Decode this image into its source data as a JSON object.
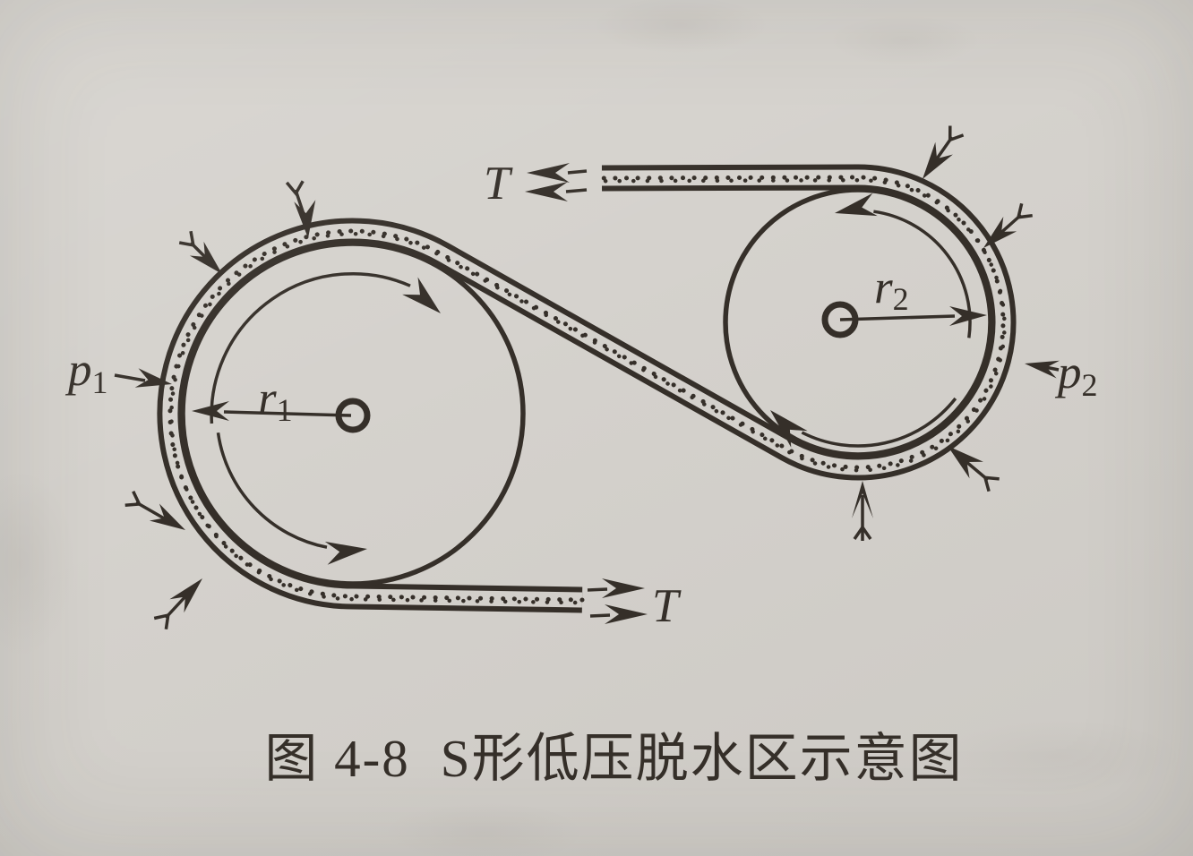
{
  "figure": {
    "caption": {
      "number": "图 4-8",
      "title": "S形低压脱水区示意图"
    },
    "labels": {
      "tension_top": "T",
      "tension_bottom": "T",
      "pressure_left": {
        "base": "p",
        "sub": "1"
      },
      "pressure_right": {
        "base": "p",
        "sub": "2"
      },
      "radius_left": {
        "base": "r",
        "sub": "1"
      },
      "radius_right": {
        "base": "r",
        "sub": "2"
      }
    },
    "colors": {
      "paper": "#d5d2cd",
      "ink": "#352f29"
    }
  }
}
